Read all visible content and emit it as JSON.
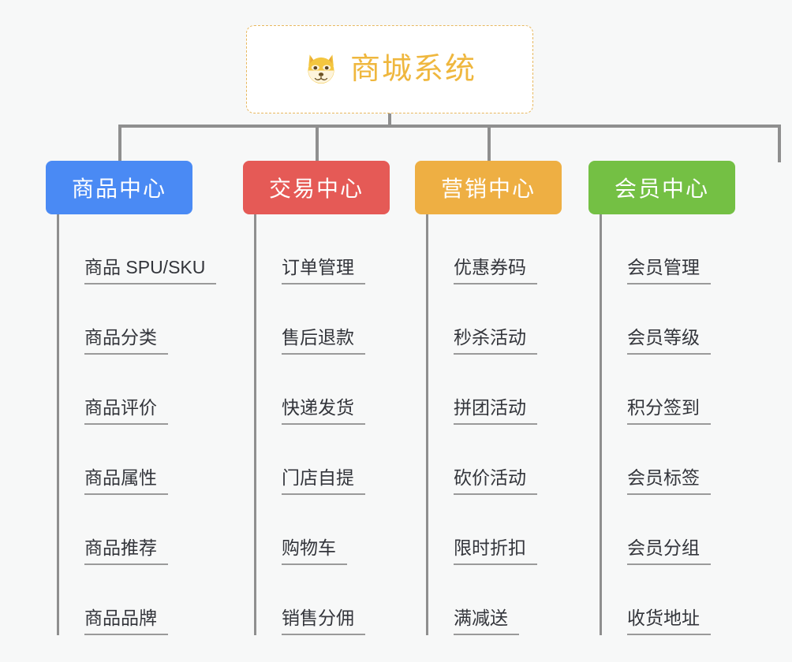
{
  "root": {
    "icon": "dog-face-icon",
    "title": "商城系统",
    "accent_color": "#efb73e",
    "border_style": "dashed"
  },
  "connector_color": "#8f8f8f",
  "background_color": "#f7f8f8",
  "branches": [
    {
      "id": "product-center",
      "label": "商品中心",
      "color": "#4a8af4",
      "items": [
        "商品 SPU/SKU",
        "商品分类",
        "商品评价",
        "商品属性",
        "商品推荐",
        "商品品牌"
      ]
    },
    {
      "id": "trade-center",
      "label": "交易中心",
      "color": "#e55a56",
      "items": [
        "订单管理",
        "售后退款",
        "快递发货",
        "门店自提",
        "购物车",
        "销售分佣"
      ]
    },
    {
      "id": "marketing-center",
      "label": "营销中心",
      "color": "#eeaf43",
      "items": [
        "优惠券码",
        "秒杀活动",
        "拼团活动",
        "砍价活动",
        "限时折扣",
        "满减送"
      ]
    },
    {
      "id": "member-center",
      "label": "会员中心",
      "color": "#74c044",
      "items": [
        "会员管理",
        "会员等级",
        "积分签到",
        "会员标签",
        "会员分组",
        "收货地址"
      ]
    }
  ]
}
